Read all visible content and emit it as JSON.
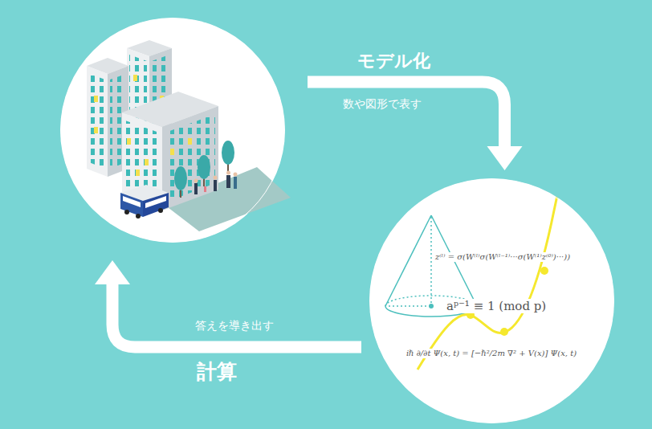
{
  "diagram": {
    "nodes": [
      {
        "text": []
      },
      {
        "text": [
          "z⁽ˡ⁾ = σ(W⁽ˡ⁾σ(W⁽ˡ⁻¹⁾···σ(W⁽¹⁾z⁽⁰⁾)···))",
          "aᵖ⁻¹ ≡ 1 (mod p)",
          "iℏ ∂/∂t Ψ(x, t) = [−ℏ²/2m ∇² + V(x)] Ψ(x, t)"
        ]
      }
    ],
    "edges": [
      {
        "from": 0,
        "to": 1,
        "arrow": "to",
        "label": "モデル化"
      },
      {
        "from": 1,
        "to": 0,
        "arrow": "to",
        "label": "計算"
      }
    ],
    "labels": [
      "数や図形で表す",
      "答えを導き出す"
    ]
  }
}
